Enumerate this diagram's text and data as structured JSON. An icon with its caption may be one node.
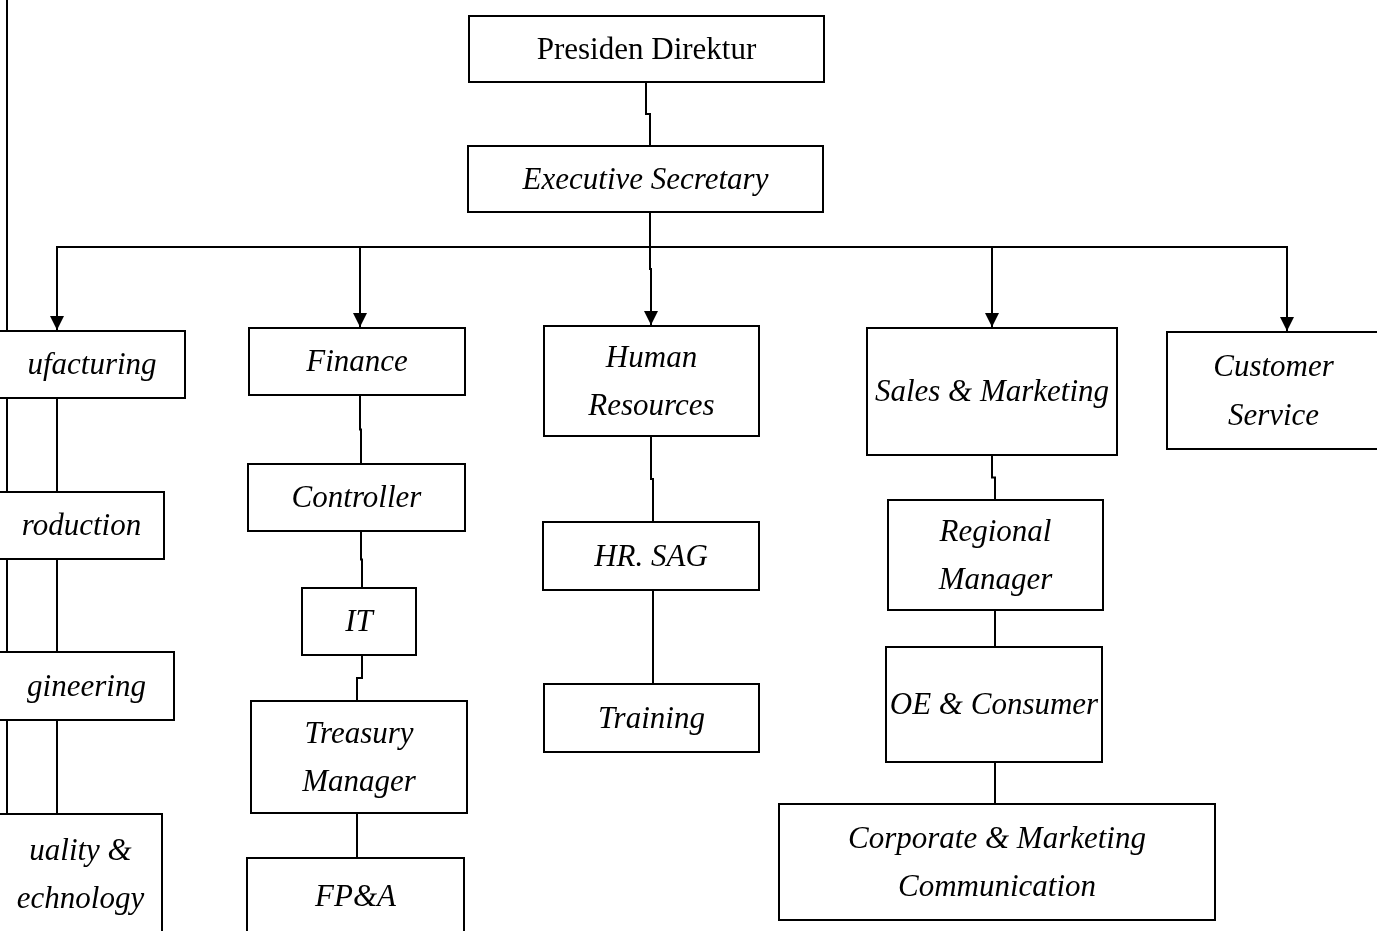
{
  "diagram": {
    "nodes": [
      {
        "text": [
          "Presiden Direktur"
        ]
      },
      {
        "text": [
          "Executive Secretary"
        ]
      },
      {
        "text": [
          "ufacturing"
        ]
      },
      {
        "text": [
          "roduction"
        ]
      },
      {
        "text": [
          "gineering"
        ]
      },
      {
        "text": [
          "uality & echnology"
        ]
      },
      {
        "text": [
          "Finance"
        ]
      },
      {
        "text": [
          "Controller"
        ]
      },
      {
        "text": [
          "IT"
        ]
      },
      {
        "text": [
          "Treasury Manager"
        ]
      },
      {
        "text": [
          "FP&A"
        ]
      },
      {
        "text": [
          "Human Resources"
        ]
      },
      {
        "text": [
          "HR. SAG"
        ]
      },
      {
        "text": [
          "Training"
        ]
      },
      {
        "text": [
          "Sales & Marketing"
        ]
      },
      {
        "text": [
          "Customer Service"
        ]
      },
      {
        "text": [
          "Regional Manager"
        ]
      },
      {
        "text": [
          "OE & Consumer"
        ]
      },
      {
        "text": [
          "Corporate & Marketing Communication"
        ]
      }
    ],
    "edges": [
      {
        "from": 0,
        "to": 1,
        "arrow": "none"
      },
      {
        "from": 1,
        "to": 2,
        "arrow": "to"
      },
      {
        "from": 1,
        "to": 6,
        "arrow": "to"
      },
      {
        "from": 1,
        "to": 11,
        "arrow": "to"
      },
      {
        "from": 1,
        "to": 14,
        "arrow": "to"
      },
      {
        "from": 1,
        "to": 15,
        "arrow": "to"
      },
      {
        "from": 2,
        "to": 3,
        "arrow": "none"
      },
      {
        "from": 3,
        "to": 4,
        "arrow": "none"
      },
      {
        "from": 4,
        "to": 5,
        "arrow": "none"
      },
      {
        "from": 6,
        "to": 7,
        "arrow": "none"
      },
      {
        "from": 7,
        "to": 8,
        "arrow": "none"
      },
      {
        "from": 8,
        "to": 9,
        "arrow": "none"
      },
      {
        "from": 9,
        "to": 10,
        "arrow": "none"
      },
      {
        "from": 11,
        "to": 12,
        "arrow": "none"
      },
      {
        "from": 12,
        "to": 13,
        "arrow": "none"
      },
      {
        "from": 14,
        "to": 16,
        "arrow": "none"
      },
      {
        "from": 16,
        "to": 17,
        "arrow": "none"
      },
      {
        "from": 17,
        "to": 18,
        "arrow": "none"
      }
    ]
  }
}
